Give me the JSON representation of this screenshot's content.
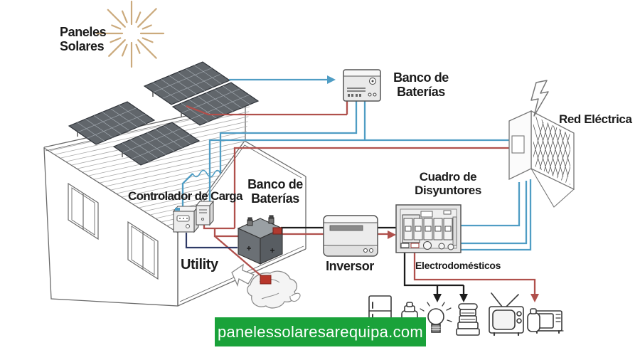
{
  "diagram": {
    "title_context": "solar-home-system-diagram",
    "labels": {
      "solar_panels": "Paneles\nSolares",
      "battery_bank_top": "Banco de\nBaterías",
      "grid": "Red Eléctrica",
      "charge_controller": "Controlador de Carga",
      "battery_bank_mid": "Banco de\nBaterías",
      "utility": "Utility",
      "inverter": "Inversor",
      "breaker_panel": "Cuadro de\nDisyuntores",
      "appliances": "Electrodomésticos"
    },
    "banner": {
      "text": "panelessolaresarequipa.com",
      "background": "#1aa23a",
      "text_color": "#ffffff"
    },
    "colors": {
      "wire_blue": "#4f9dc4",
      "wire_red": "#b0504c",
      "wire_black": "#1c1c1c",
      "wire_navy": "#2e3a66",
      "sun_rays": "#cbaa7c",
      "panel_fill": "#61666b",
      "generator_plug_red": "#b8362b",
      "line_art": "#6a6a6a"
    },
    "icons": [
      "sun-icon",
      "lightning-bolt-icon",
      "grid-mesh-icon",
      "coil-icon",
      "refrigerator-icon",
      "thermos-icon",
      "light-bulb-icon",
      "blender-icon",
      "tv-icon",
      "microwave-icon"
    ],
    "appliances": [
      "refrigerator",
      "thermos",
      "light bulb",
      "blender",
      "tv",
      "microwave"
    ]
  }
}
